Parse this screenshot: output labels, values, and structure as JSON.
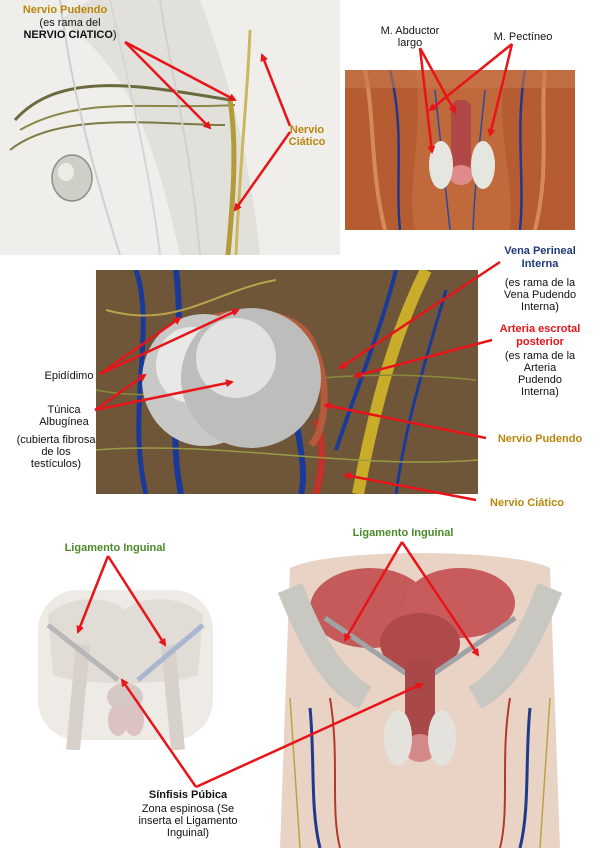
{
  "labels": {
    "p1_nervio_pudendo": "Nervio Pudendo",
    "p1_rama_a": "(es rama del",
    "p1_rama_b": "NERVIO CIATICO",
    "p1_rama_c": ")",
    "p1_nervio_ciatico_a": "Nervio",
    "p1_nervio_ciatico_b": "Ciático",
    "p2_abductor_a": "M. Abductor",
    "p2_abductor_b": "largo",
    "p2_pectineo": "M. Pectíneo",
    "p3_vena_a": "Vena Perineal",
    "p3_vena_b": "Interna",
    "p3_vena_rama_a": "(es rama de la",
    "p3_vena_rama_b": "Vena Pudendo",
    "p3_vena_rama_c": "Interna)",
    "p3_arteria_a": "Arteria escrotal",
    "p3_arteria_b": "posterior",
    "p3_arteria_rama_a": "(es rama de la",
    "p3_arteria_rama_b": "Arteria",
    "p3_arteria_rama_c": "Pudendo",
    "p3_arteria_rama_d": "Interna)",
    "p3_nervio_pudendo": "Nervio Pudendo",
    "p3_nervio_ciatico": "Nervio Ciático",
    "p3_epididimo": "Epidídimo",
    "p3_tunica_a": "Túnica",
    "p3_tunica_b": "Albugínea",
    "p3_cubierta_a": "(cubierta fibrosa",
    "p3_cubierta_b": "de los",
    "p3_cubierta_c": "testículos)",
    "p4_ligamento_left": "Ligamento Inguinal",
    "p4_ligamento_right": "Ligamento Inguinal",
    "p4_sinfisis": "Sínfisis Púbica",
    "p4_zona_a": "Zona espinosa (Se",
    "p4_zona_b": "inserta el Ligamento",
    "p4_zona_c": "Inguinal)"
  },
  "colors": {
    "arrow": "#e8141a",
    "nerve_label": "#b8860b",
    "vein_label": "#1f3a7a",
    "artery_label": "#e8141a",
    "ligament_label": "#4c8a2a"
  }
}
